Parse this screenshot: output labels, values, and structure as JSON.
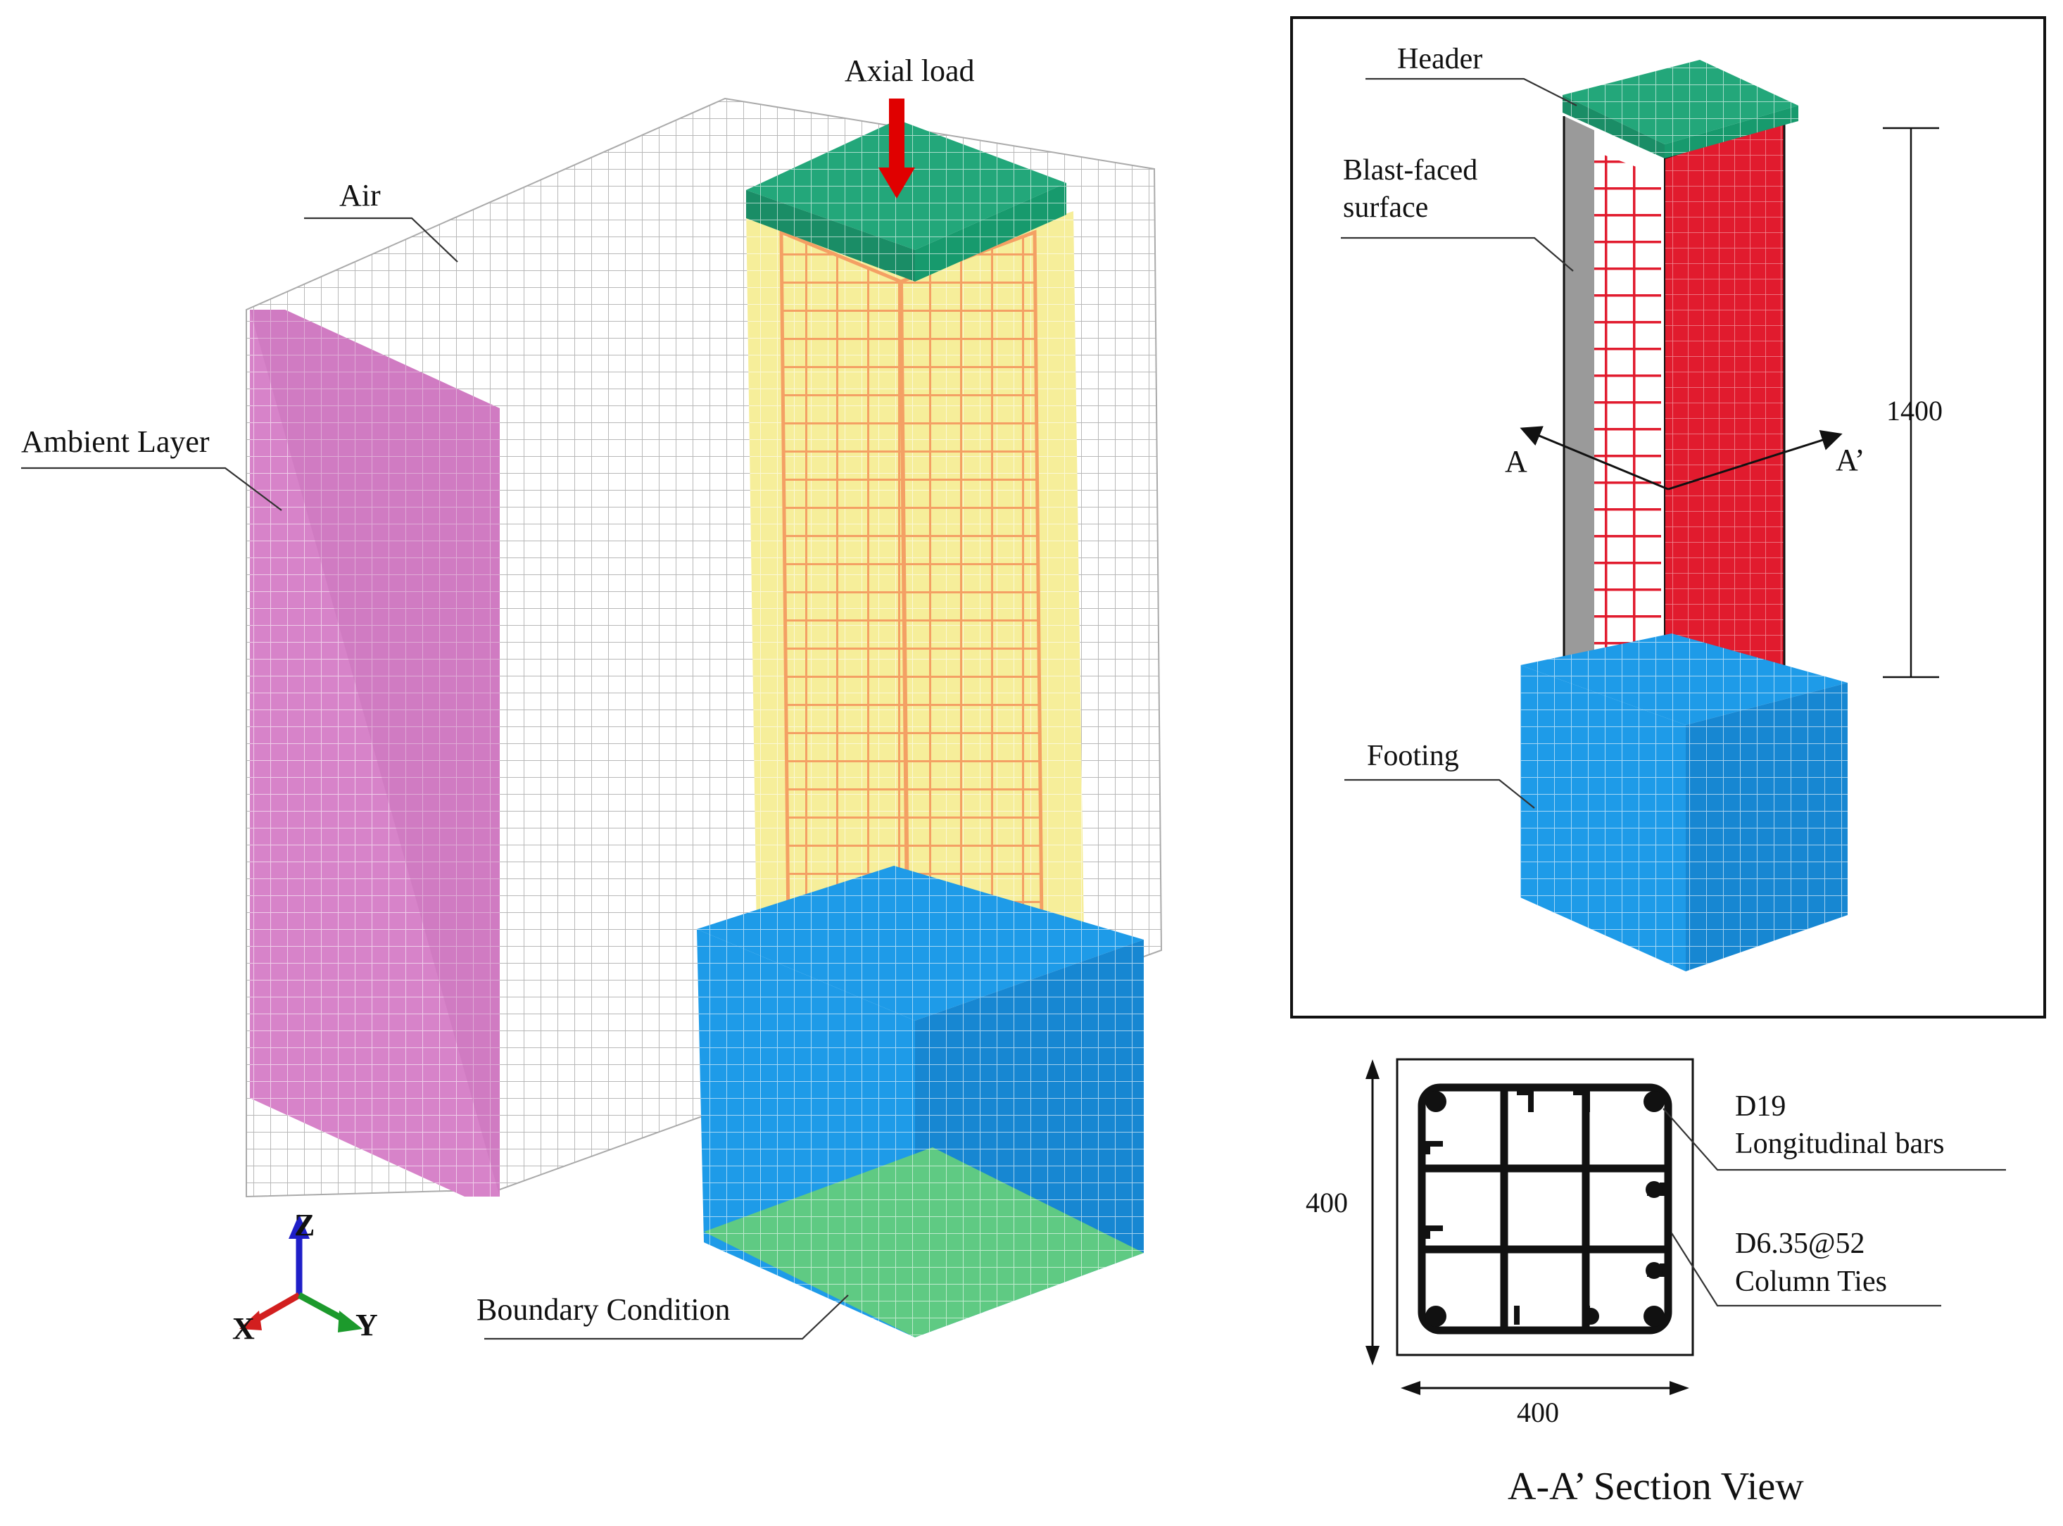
{
  "figure": {
    "labels": {
      "axial_load": "Axial load",
      "air": "Air",
      "ambient_layer": "Ambient Layer",
      "boundary_condition": "Boundary Condition"
    },
    "axes": {
      "z": "Z",
      "x": "X",
      "y": "Y"
    },
    "inset": {
      "header": "Header",
      "blast_faced_line1": "Blast-faced",
      "blast_faced_line2": "surface",
      "footing": "Footing",
      "height_dim": "1400",
      "section_left": "A",
      "section_right": "A’"
    },
    "section": {
      "width_dim": "400",
      "height_dim": "400",
      "bar_size": "D19",
      "bar_desc": "Longitudinal bars",
      "tie_spec": "D6.35@52",
      "tie_desc": "Column Ties",
      "title": "A-A’ Section View"
    }
  },
  "colors": {
    "air_mesh": "#b8b8b8",
    "ambient_layer": "#d783c9",
    "header": "#23a77a",
    "concrete_column": "#f6ee9a",
    "rebar_cage": "#f4a064",
    "footing": "#1e9be8",
    "boundary": "#5fca83",
    "load_arrow": "#e00000",
    "inset_rebar": "#e11b2e",
    "inset_face": "#9a9a9a"
  }
}
